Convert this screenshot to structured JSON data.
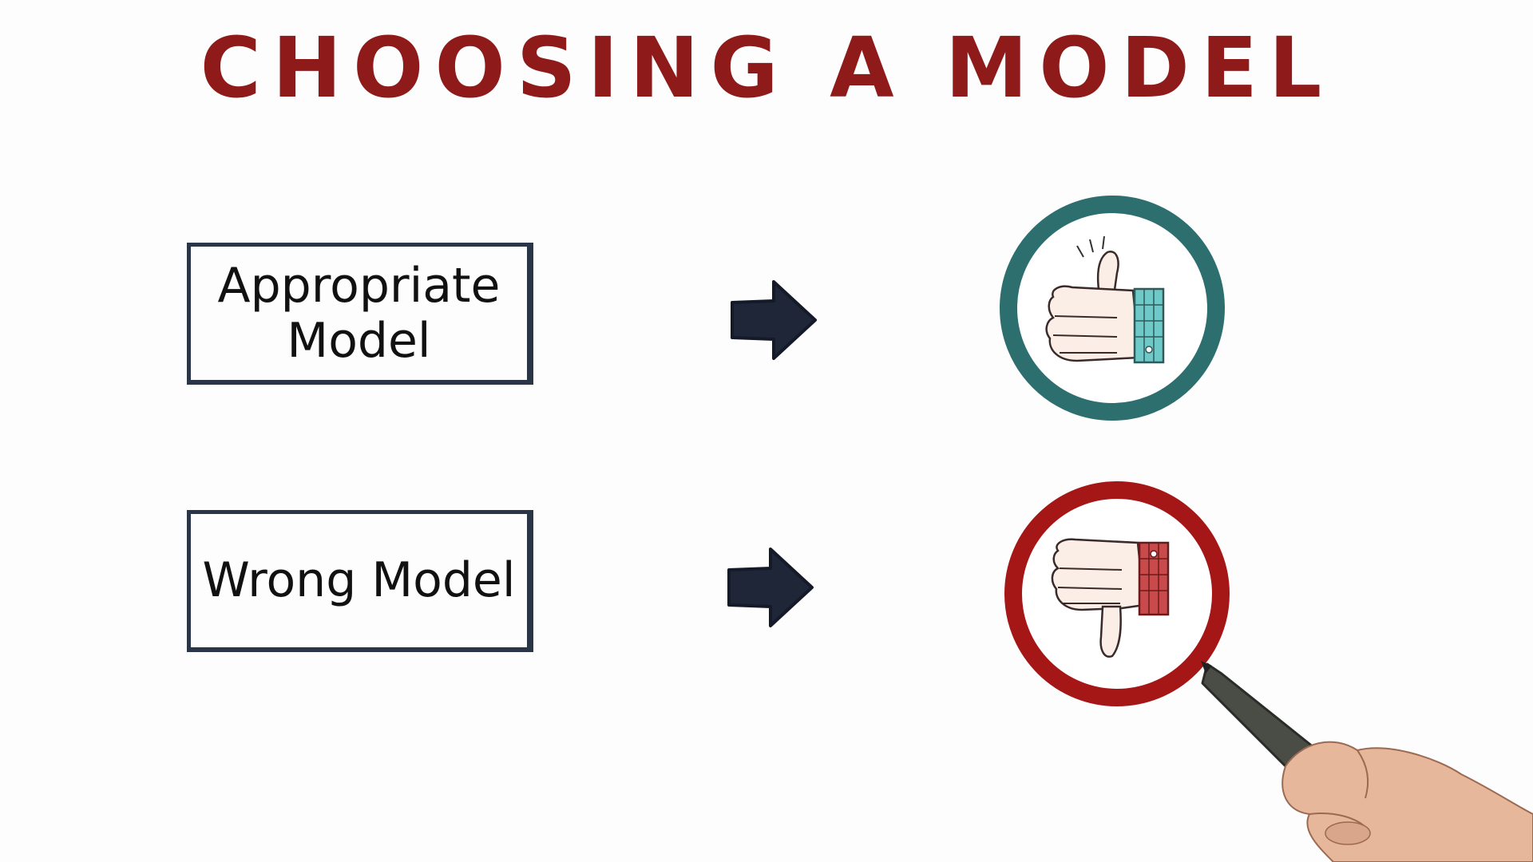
{
  "title": "CHOOSING A MODEL",
  "rows": [
    {
      "label_line1": "Appropriate",
      "label_line2": "Model",
      "outcome_icon": "thumbs-up-icon",
      "ring_color": "#2d6e6f",
      "cuff_color": "#6fc9c9"
    },
    {
      "label_line1": "Wrong Model",
      "label_line2": "",
      "outcome_icon": "thumbs-down-icon",
      "ring_color": "#a51616",
      "cuff_color": "#c94a4a"
    }
  ],
  "colors": {
    "title": "#8e1a1a",
    "box_border": "#2a3548",
    "arrow": "#1e2638",
    "text": "#111111"
  }
}
